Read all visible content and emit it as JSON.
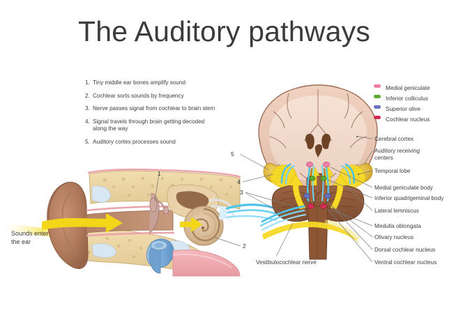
{
  "page": {
    "title": "The Auditory pathways",
    "background_color": "#ffffff",
    "text_color": "#3d3d3d"
  },
  "steps": [
    {
      "num": "1.",
      "text": "Tiny middle ear bones amplify sound"
    },
    {
      "num": "2.",
      "text": "Cochlear sorts sounds by frequency"
    },
    {
      "num": "3.",
      "text": "Nerve passes signal from cochlear to brain stem"
    },
    {
      "num": "4.",
      "text": "Signal travels through brain getting decoded\nalong the way"
    },
    {
      "num": "5.",
      "text": "Auditory cortex processes sound"
    }
  ],
  "legend": {
    "items": [
      {
        "label": "Medial geniculate",
        "color": "#ef7fa8"
      },
      {
        "label": "Inferior colliculus",
        "color": "#5aab2e"
      },
      {
        "label": "Superior olive",
        "color": "#6a6fbe"
      },
      {
        "label": "Cochlear nucleus",
        "color": "#d62b52"
      }
    ]
  },
  "right_labels": [
    {
      "label": "Cerebral cortex"
    },
    {
      "label": "Auditory receiving\ncenters"
    },
    {
      "label": "Temporal lobe"
    },
    {
      "label": "Medial geniculate body"
    },
    {
      "label": "Inferior quadrigeminal body"
    },
    {
      "label": "Lateral lemniscus"
    },
    {
      "label": "Medulla oblongata"
    },
    {
      "label": "Olivary nucleus"
    },
    {
      "label": "Dorsal cochlear nucleus"
    },
    {
      "label": "Ventral cochlear nucleus"
    }
  ],
  "callouts": [
    {
      "id": "1",
      "value": "1"
    },
    {
      "id": "2",
      "value": "2"
    },
    {
      "id": "3",
      "value": "3"
    },
    {
      "id": "4",
      "value": "4"
    },
    {
      "id": "5",
      "value": "5"
    }
  ],
  "captions": {
    "sounds_enter": "Sounds enter\nthe ear",
    "vestibulocochlear_nerve": "Vestibulocochlear nerve"
  },
  "figure": {
    "ear_diagram_name": "cross-section-of-human-ear",
    "brain_diagram_name": "coronal-section-of-brain-with-auditory-pathway",
    "sound_wave_color": "#f5e03a",
    "pathway_color": "#f7d927",
    "nerve_color": "#4fc3e8",
    "brainstem_color": "#8b5a3c",
    "cortex_color": "#e8c5b0",
    "bone_color": "#ead6a8"
  }
}
